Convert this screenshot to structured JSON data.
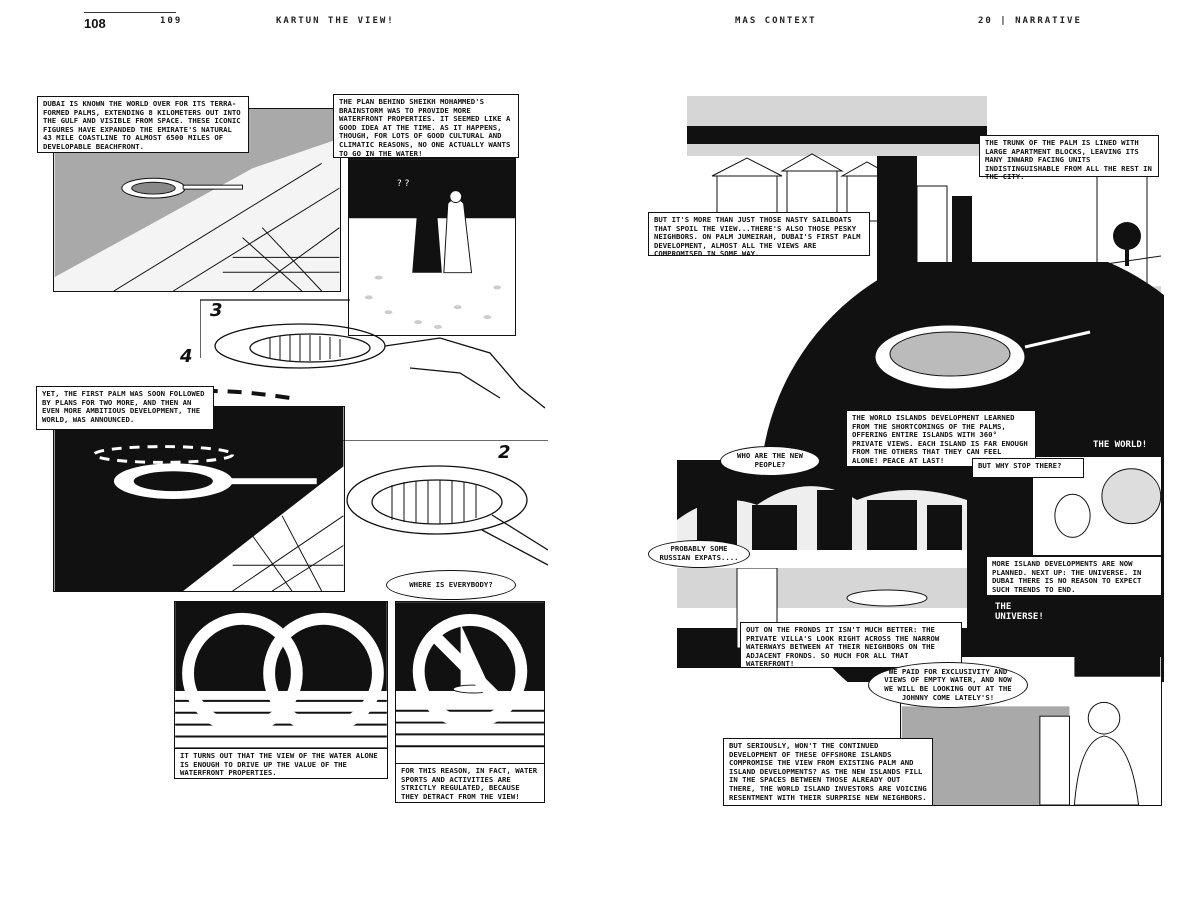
{
  "header": {
    "left_page_number": "108",
    "left_sub_number": "109",
    "left_title": "KARTUN THE VIEW!",
    "right_title": "MAS CONTEXT",
    "right_section": "20 | NARRATIVE"
  },
  "left_page": {
    "captions": [
      "DUBAI IS KNOWN THE WORLD OVER FOR ITS TERRA-FORMED PALMS, EXTENDING 8 KILOMETERS OUT INTO THE GULF AND VISIBLE FROM SPACE. THESE ICONIC FIGURES HAVE EXPANDED THE EMIRATE'S NATURAL 43 MILE COASTLINE TO ALMOST 6500 MILES OF DEVELOPABLE BEACHFRONT.",
      "THE PLAN BEHIND SHEIKH MOHAMMED'S BRAINSTORM WAS TO PROVIDE MORE WATERFRONT PROPERTIES. IT SEEMED LIKE A GOOD IDEA AT THE TIME. AS IT HAPPENS, THOUGH, FOR LOTS OF GOOD CULTURAL AND CLIMATIC REASONS, NO ONE ACTUALLY WANTS TO GO IN THE WATER!",
      "YET, THE FIRST PALM WAS SOON FOLLOWED BY PLANS FOR TWO MORE, AND THEN AN EVEN MORE AMBITIOUS DEVELOPMENT, THE WORLD, WAS ANNOUNCED.",
      "IT TURNS OUT THAT THE VIEW OF THE WATER ALONE IS ENOUGH TO DRIVE UP THE VALUE OF THE WATERFRONT PROPERTIES.",
      "FOR THIS REASON, IN FACT, WATER SPORTS AND ACTIVITIES ARE STRICTLY REGULATED, BECAUSE THEY DETRACT FROM THE VIEW!"
    ],
    "bubble_where": "WHERE IS EVERYBODY?",
    "question_marks": "? ?",
    "number_labels": [
      "3",
      "4",
      "2"
    ]
  },
  "right_page": {
    "captions": [
      "THE TRUNK OF THE PALM IS LINED WITH LARGE APARTMENT BLOCKS, LEAVING ITS MANY INWARD FACING UNITS INDISTINGUISHABLE FROM ALL THE REST IN THE CITY.",
      "BUT IT'S MORE THAN JUST THOSE NASTY SAILBOATS THAT SPOIL THE VIEW...THERE'S ALSO THOSE PESKY NEIGHBORS. ON PALM JUMEIRAH, DUBAI'S FIRST PALM DEVELOPMENT, ALMOST ALL THE VIEWS ARE COMPROMISED IN SOME WAY.",
      "THE WORLD ISLANDS DEVELOPMENT LEARNED FROM THE SHORTCOMINGS OF THE PALMS, OFFERING ENTIRE ISLANDS WITH 360° PRIVATE VIEWS. EACH ISLAND IS FAR ENOUGH FROM THE OTHERS THAT THEY CAN FEEL ALONE! PEACE AT LAST!",
      "BUT WHY STOP THERE?",
      "MORE ISLAND DEVELOPMENTS ARE NOW PLANNED. NEXT UP: THE UNIVERSE. IN DUBAI THERE IS NO REASON TO EXPECT SUCH TRENDS TO END.",
      "OUT ON THE FRONDS IT ISN'T MUCH BETTER: THE PRIVATE VILLA'S LOOK RIGHT ACROSS THE NARROW WATERWAYS BETWEEN AT THEIR NEIGHBORS ON THE ADJACENT FRONDS. SO MUCH FOR ALL THAT WATERFRONT!",
      "BUT SERIOUSLY, WON'T THE CONTINUED DEVELOPMENT OF THESE OFFSHORE ISLANDS COMPROMISE THE VIEW FROM EXISTING PALM AND ISLAND DEVELOPMENTS? AS THE NEW ISLANDS FILL IN THE SPACES BETWEEN THOSE ALREADY OUT THERE, THE WORLD ISLAND INVESTORS ARE VOICING RESENTMENT WITH THEIR SURPRISE NEW NEIGHBORS."
    ],
    "bubbles": [
      "WHO ARE THE NEW PEOPLE?",
      "PROBABLY SOME RUSSIAN EXPATS....",
      "WE PAID FOR EXCLUSIVITY AND VIEWS OF EMPTY WATER, AND NOW WE WILL BE LOOKING OUT AT THE JOHNNY COME LATELY'S!"
    ],
    "label_world": "THE WORLD!",
    "label_universe": "THE UNIVERSE!"
  },
  "colors": {
    "ink": "#111111",
    "paper": "#ffffff",
    "tone": "#a9a9a9",
    "light_tone": "#d6d6d6"
  }
}
